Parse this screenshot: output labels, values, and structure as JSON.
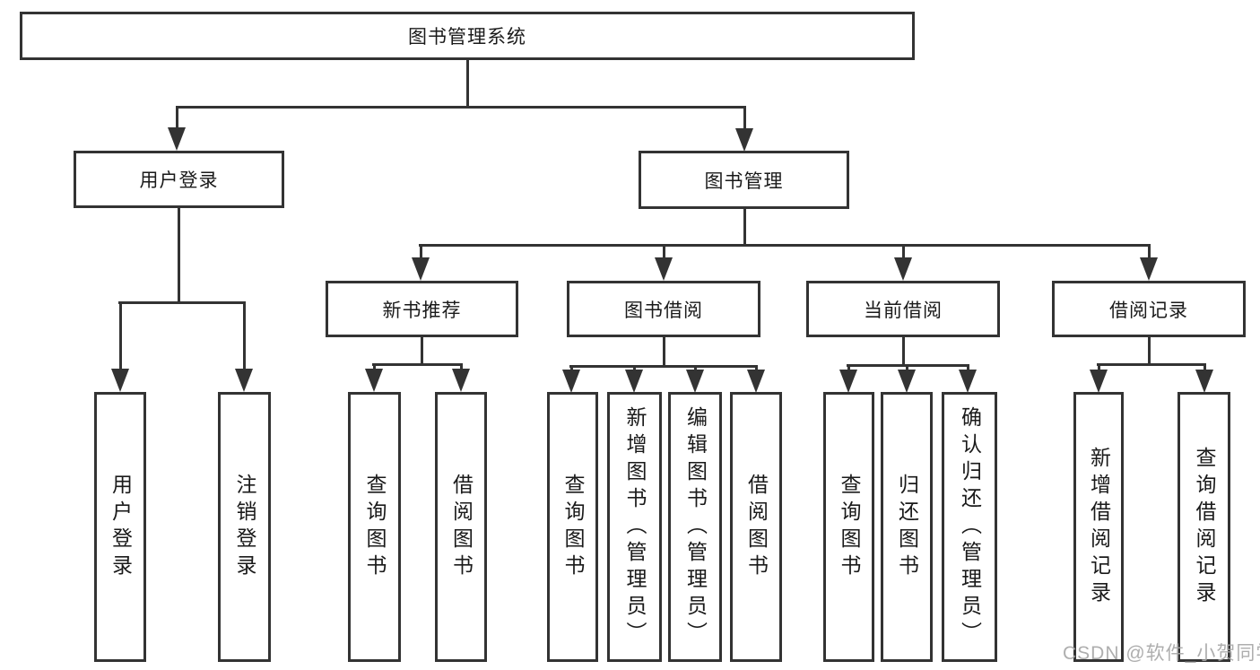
{
  "nodes": {
    "root": "图书管理系统",
    "level1": {
      "user_login": "用户登录",
      "book_mgmt": "图书管理"
    },
    "level2": {
      "new_rec": "新书推荐",
      "borrow": "图书借阅",
      "current": "当前借阅",
      "records": "借阅记录"
    },
    "leaves": {
      "user_login": "用户登录",
      "logout": "注销登录",
      "rec_query": "查询图书",
      "rec_borrow": "借阅图书",
      "bor_query": "查询图书",
      "bor_add": "新增图书（管理员）",
      "bor_edit": "编辑图书（管理员）",
      "bor_borrow": "借阅图书",
      "cur_query": "查询图书",
      "cur_return": "归还图书",
      "cur_confirm": "确认归还（管理员）",
      "rec2_add": "新增借阅记录",
      "rec2_query": "查询借阅记录"
    }
  },
  "watermark": "CSDN @软件_小贺同学",
  "colors": {
    "line": "#333333",
    "text": "#1a1a1a",
    "watermark": "#a8a8a8",
    "background": "#ffffff"
  }
}
